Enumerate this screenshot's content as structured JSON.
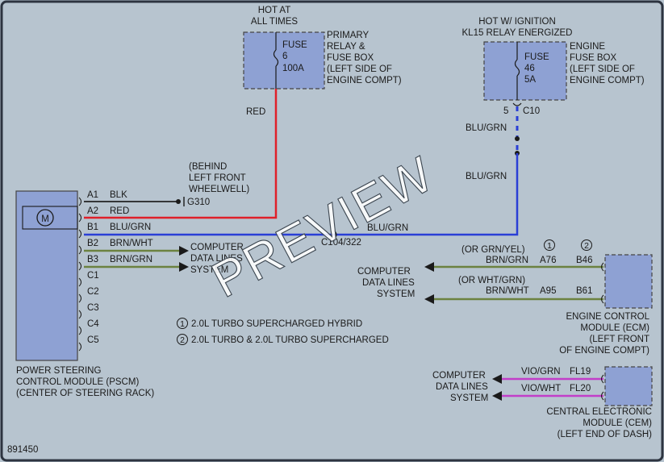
{
  "colors": {
    "background": "#b7c4cf",
    "module_fill": "#8ea1d3",
    "wire_red": "#e0202a",
    "wire_blue": "#2a3fd6",
    "wire_green": "#6c8240",
    "wire_violet": "#c23ec9",
    "wire_black": "#222222"
  },
  "top_left": {
    "hot_label_line1": "HOT AT",
    "hot_label_line2": "ALL TIMES",
    "fuse_label": "FUSE",
    "fuse_number": "6",
    "fuse_rating": "100A",
    "box_line1": "PRIMARY",
    "box_line2": "RELAY &",
    "box_line3": "FUSE BOX",
    "box_line4": "(LEFT SIDE OF",
    "box_line5": "ENGINE COMPT)",
    "wire_label": "RED"
  },
  "top_right": {
    "hot_label_line1": "HOT W/ IGNITION",
    "hot_label_line2": "KL15 RELAY ENERGIZED",
    "fuse_label": "FUSE",
    "fuse_number": "46",
    "fuse_rating": "5A",
    "box_line1": "ENGINE",
    "box_line2": "FUSE BOX",
    "box_line3": "(LEFT SIDE OF",
    "box_line4": "ENGINE COMPT)",
    "connector_pin": "5",
    "connector_id": "C10",
    "wire_label_upper": "BLU/GRN",
    "wire_label_lower": "BLU/GRN"
  },
  "ground": {
    "note_line1": "(BEHIND",
    "note_line2": "LEFT FRONT",
    "note_line3": "WHEELWELL)",
    "id": "G310"
  },
  "pscm": {
    "pins": [
      {
        "pin": "A1",
        "wire": "BLK"
      },
      {
        "pin": "A2",
        "wire": "RED"
      },
      {
        "pin": "B1",
        "wire": "BLU/GRN"
      },
      {
        "pin": "B2",
        "wire": "BRN/WHT"
      },
      {
        "pin": "B3",
        "wire": "BRN/GRN"
      },
      {
        "pin": "C1",
        "wire": ""
      },
      {
        "pin": "C2",
        "wire": ""
      },
      {
        "pin": "C3",
        "wire": ""
      },
      {
        "pin": "C4",
        "wire": ""
      },
      {
        "pin": "C5",
        "wire": ""
      }
    ],
    "motor_symbol": "M",
    "name_line1": "POWER STEERING",
    "name_line2": "CONTROL MODULE (PSCM)",
    "name_line3": "(CENTER OF STEERING RACK)",
    "data_line1": "COMPUTER",
    "data_line2": "DATA LINES",
    "data_line3": "SYSTEM",
    "b1_wire_label": "BLU/GRN",
    "b1_connector": "C104/322"
  },
  "ecm": {
    "callout_1": "1",
    "callout_2": "2",
    "row1_alt": "(OR GRN/YEL)",
    "row1_wire": "BRN/GRN",
    "row1_pin_a": "A76",
    "row1_pin_b": "B46",
    "row2_alt": "(OR WHT/GRN)",
    "row2_wire": "BRN/WHT",
    "row2_pin_a": "A95",
    "row2_pin_b": "B61",
    "data_line1": "COMPUTER",
    "data_line2": "DATA LINES",
    "data_line3": "SYSTEM",
    "name_line1": "ENGINE CONTROL",
    "name_line2": "MODULE (ECM)",
    "name_line3": "(LEFT FRONT",
    "name_line4": "OF ENGINE COMPT)"
  },
  "cem": {
    "row1_wire": "VIO/GRN",
    "row1_pin": "FL19",
    "row2_wire": "VIO/WHT",
    "row2_pin": "FL20",
    "data_line1": "COMPUTER",
    "data_line2": "DATA LINES",
    "data_line3": "SYSTEM",
    "name_line1": "CENTRAL ELECTRONIC",
    "name_line2": "MODULE (CEM)",
    "name_line3": "(LEFT END OF DASH)"
  },
  "legend": {
    "items": [
      {
        "num": "1",
        "text": "2.0L TURBO SUPERCHARGED HYBRID"
      },
      {
        "num": "2",
        "text": "2.0L TURBO & 2.0L TURBO SUPERCHARGED"
      }
    ]
  },
  "figure_id": "891450",
  "watermark": "PREVIEW"
}
